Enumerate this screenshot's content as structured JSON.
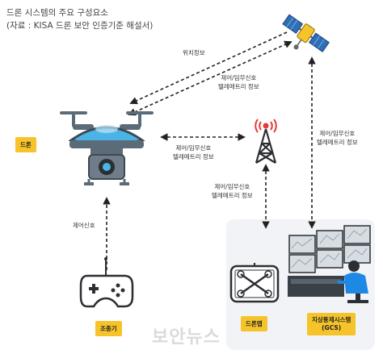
{
  "title": {
    "line1": "드론 시스템의 주요 구성요소",
    "line2": "(자료 : KISA 드론 보안 인증기준 해설서)"
  },
  "labels": {
    "position_info": "위치정보",
    "sat_drone_1": "제어/임무신호",
    "sat_drone_2": "텔레메트리 정보",
    "drone_tower_1": "제어/임무신호",
    "drone_tower_2": "텔레메트리 정보",
    "tower_gcs_1": "제어/임무신호",
    "tower_gcs_2": "텔레메트리 정보",
    "sat_gcs_1": "제어/임무신호",
    "sat_gcs_2": "텔레메트리 정보",
    "control_signal": "제어신호"
  },
  "tags": {
    "drone": "드론",
    "controller": "조종기",
    "drone_app": "드론앱",
    "gcs_1": "지상통제시스템",
    "gcs_2": "(GCS)"
  },
  "watermark": "보안뉴스",
  "icons": {
    "satellite": "satellite-icon",
    "tower": "radio-tower-icon",
    "drone": "drone-icon",
    "controller": "game-controller-icon",
    "phone": "phone-app-icon",
    "gcs": "operator-monitors-icon"
  },
  "colors": {
    "tag_fill": "#f6c42a",
    "drone_body": "#5b6b78",
    "drone_accent": "#4cb3e6",
    "satellite_panel": "#2d6fb8",
    "satellite_body": "#f3c52a",
    "tower_signal": "#e53935",
    "gcs_background": "#f1f3f6"
  }
}
